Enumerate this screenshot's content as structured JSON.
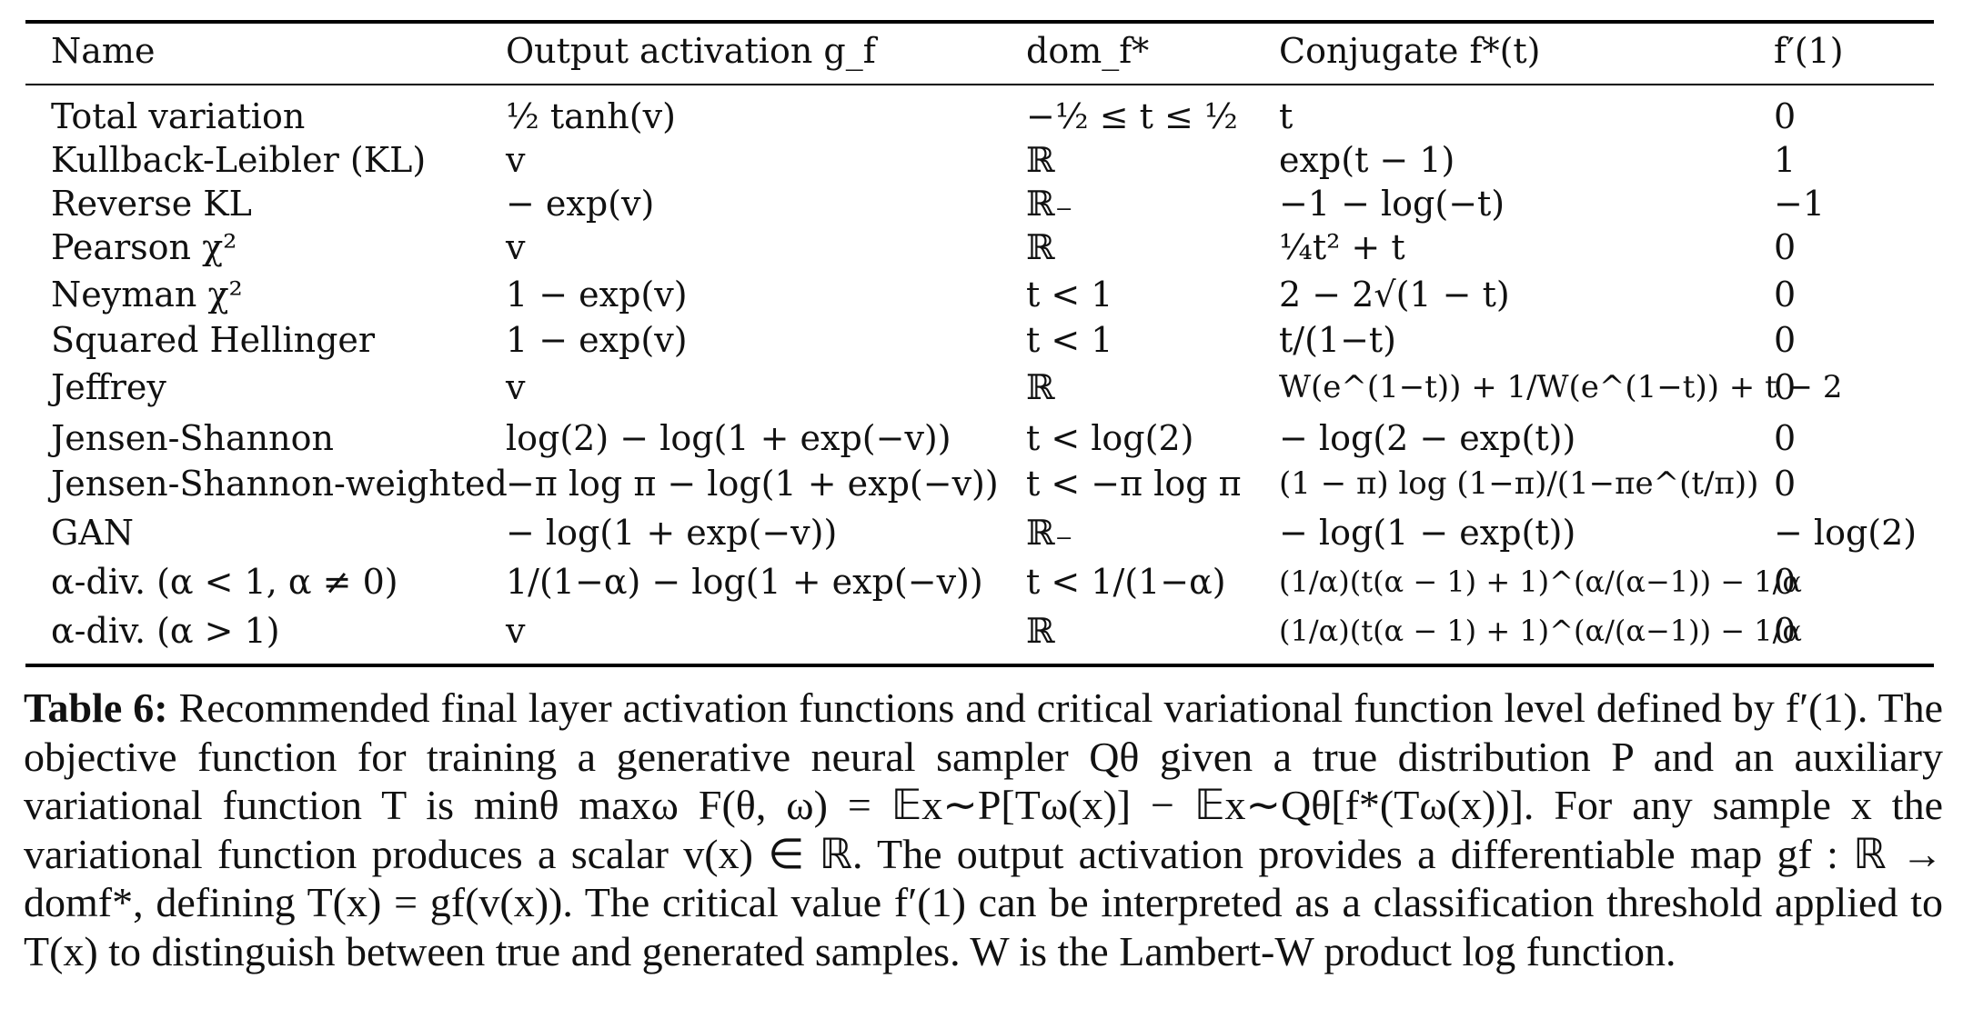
{
  "table": {
    "headers": [
      "Name",
      "Output activation g_f",
      "dom_f*",
      "Conjugate f*(t)",
      "f′(1)"
    ],
    "rows": [
      [
        "Total variation",
        "½ tanh(v)",
        "−½ ≤ t ≤ ½",
        "t",
        "0"
      ],
      [
        "Kullback-Leibler (KL)",
        "v",
        "ℝ",
        "exp(t − 1)",
        "1"
      ],
      [
        "Reverse KL",
        "− exp(v)",
        "ℝ₋",
        "−1 − log(−t)",
        "−1"
      ],
      [
        "Pearson χ²",
        "v",
        "ℝ",
        "¼t² + t",
        "0"
      ],
      [
        "Neyman χ²",
        "1 − exp(v)",
        "t < 1",
        "2 − 2√(1 − t)",
        "0"
      ],
      [
        "Squared Hellinger",
        "1 − exp(v)",
        "t < 1",
        "t/(1−t)",
        "0"
      ],
      [
        "Jeffrey",
        "v",
        "ℝ",
        "W(e^(1−t)) + 1/W(e^(1−t)) + t − 2",
        "0"
      ],
      [
        "Jensen-Shannon",
        "log(2) − log(1 + exp(−v))",
        "t < log(2)",
        "− log(2 − exp(t))",
        "0"
      ],
      [
        "Jensen-Shannon-weighted",
        "−π log π − log(1 + exp(−v))",
        "t < −π log π",
        "(1 − π) log (1−π)/(1−πe^(t/π))",
        "0"
      ],
      [
        "GAN",
        "− log(1 + exp(−v))",
        "ℝ₋",
        "− log(1 − exp(t))",
        "− log(2)"
      ],
      [
        "α-div. (α < 1, α ≠ 0)",
        "1/(1−α) − log(1 + exp(−v))",
        "t < 1/(1−α)",
        "(1/α)(t(α − 1) + 1)^(α/(α−1)) − 1/α",
        "0"
      ],
      [
        "α-div. (α > 1)",
        "v",
        "ℝ",
        "(1/α)(t(α − 1) + 1)^(α/(α−1)) − 1/α",
        "0"
      ]
    ]
  },
  "caption": {
    "label": "Table 6:",
    "text": "Recommended final layer activation functions and critical variational function level defined by f′(1). The objective function for training a generative neural sampler Qθ given a true distribution P and an auxiliary variational function T is minθ maxω F(θ, ω) = 𝔼x∼P[Tω(x)] − 𝔼x∼Qθ[f*(Tω(x))]. For any sample x the variational function produces a scalar v(x) ∈ ℝ. The output activation provides a differentiable map gf : ℝ → domf*, defining T(x) = gf(v(x)). The critical value f′(1) can be interpreted as a classification threshold applied to T(x) to distinguish between true and generated samples. W is the Lambert-W product log function."
  }
}
